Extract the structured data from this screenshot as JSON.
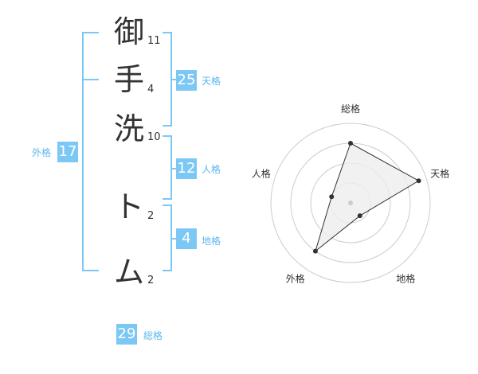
{
  "name": {
    "characters": [
      {
        "char": "御",
        "strokes": "11"
      },
      {
        "char": "手",
        "strokes": "4"
      },
      {
        "char": "洗",
        "strokes": "10"
      },
      {
        "char": "ト",
        "strokes": "2"
      },
      {
        "char": "ム",
        "strokes": "2"
      }
    ]
  },
  "scores": {
    "tenkaku": {
      "value": "25",
      "label": "天格"
    },
    "jinkaku": {
      "value": "12",
      "label": "人格"
    },
    "chikaku": {
      "value": "4",
      "label": "地格"
    },
    "gaikaku": {
      "value": "17",
      "label": "外格"
    },
    "soukaku": {
      "value": "29",
      "label": "総格"
    }
  },
  "radar": {
    "axes": [
      "総格",
      "天格",
      "地格",
      "外格",
      "人格"
    ],
    "levels": 4,
    "values": [
      0.75,
      0.9,
      0.2,
      0.75,
      0.25
    ],
    "colors": {
      "fill": "#eeeeee",
      "line": "#333333",
      "grid": "#cccccc",
      "point": "#333333",
      "center": "#cccccc"
    }
  },
  "colors": {
    "accent": "#7cc8f4",
    "bracket": "#7cc8f4",
    "label": "#5cb6ee"
  }
}
